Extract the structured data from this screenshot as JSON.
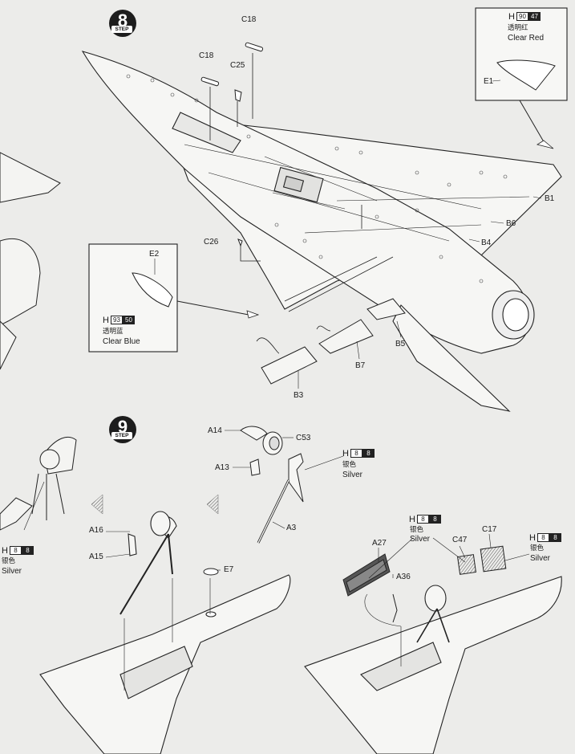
{
  "steps": [
    {
      "number": "8",
      "word": "STEP"
    },
    {
      "number": "9",
      "word": "STEP"
    }
  ],
  "parts": {
    "c18_top": "C18",
    "c18_left": "C18",
    "c25": "C25",
    "c26": "C26",
    "e1": "E1",
    "e2": "E2",
    "b1": "B1",
    "b6": "B6",
    "b4": "B4",
    "b5": "B5",
    "b7": "B7",
    "b3": "B3",
    "a14": "A14",
    "c53": "C53",
    "a13": "A13",
    "a3": "A3",
    "a16": "A16",
    "a15": "A15",
    "e7": "E7",
    "a27": "A27",
    "a36": "A36",
    "c47": "C47",
    "c17": "C17"
  },
  "paints": {
    "clear_red": {
      "h": "H",
      "num": "90",
      "code": "47",
      "cn": "透明红",
      "en": "Clear Red"
    },
    "clear_blue": {
      "h": "H",
      "num": "93",
      "code": "50",
      "cn": "透明蓝",
      "en": "Clear Blue"
    },
    "silver_a3": {
      "h": "H",
      "num": "8",
      "code": "8",
      "cn": "银色",
      "en": "Silver"
    },
    "silver_left": {
      "h": "H",
      "num": "8",
      "code": "8",
      "cn": "银色",
      "en": "Silver"
    },
    "silver_a27": {
      "h": "H",
      "num": "8",
      "code": "8",
      "cn": "银色",
      "en": "Silver"
    },
    "silver_c17": {
      "h": "H",
      "num": "8",
      "code": "8",
      "cn": "银色",
      "en": "Silver"
    }
  }
}
